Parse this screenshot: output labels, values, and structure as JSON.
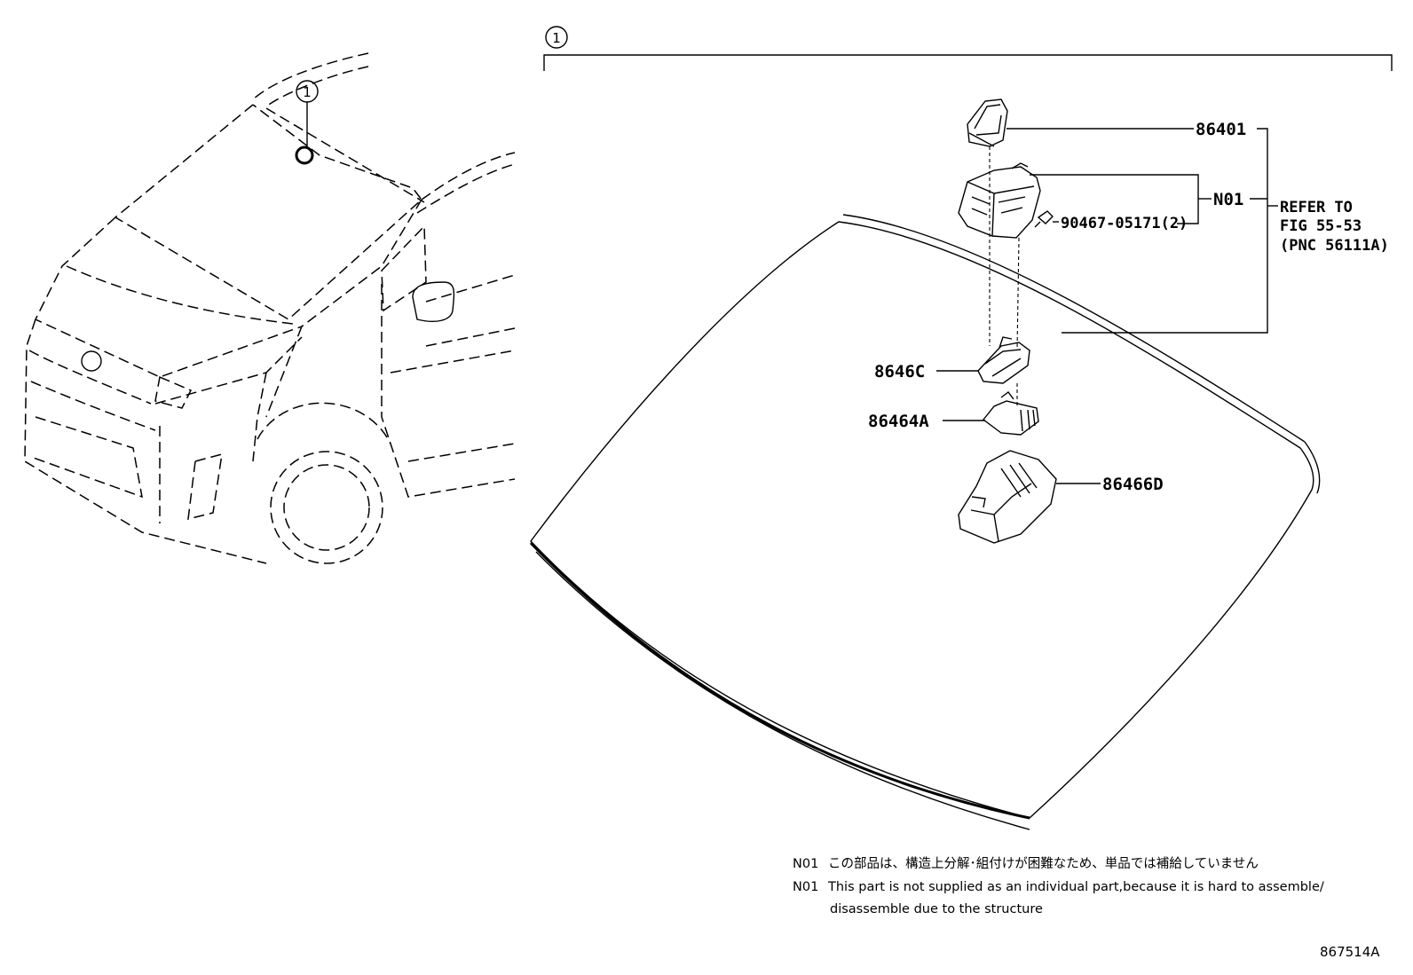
{
  "callout_number": "1",
  "parts": {
    "p86401": "86401",
    "n01": "N01",
    "p90467": "90467-05171(2)",
    "p86646c": "8646C",
    "p86464a": "86464A",
    "p86466d": "86466D"
  },
  "refer": {
    "line1": "REFER TO",
    "line2": "FIG 55-53",
    "line3": "(PNC 56111A)"
  },
  "notes": {
    "jp_code": "N01",
    "jp_text": "この部品は、構造上分解･組付けが困難なため、単品では補給していません",
    "en_code": "N01",
    "en_text_line1": "This part is not supplied as an individual part,because it is hard to assemble/",
    "en_text_line2": "disassemble due to the structure"
  },
  "figure_id": "867514A",
  "colors": {
    "line": "#000000",
    "background": "#ffffff"
  }
}
